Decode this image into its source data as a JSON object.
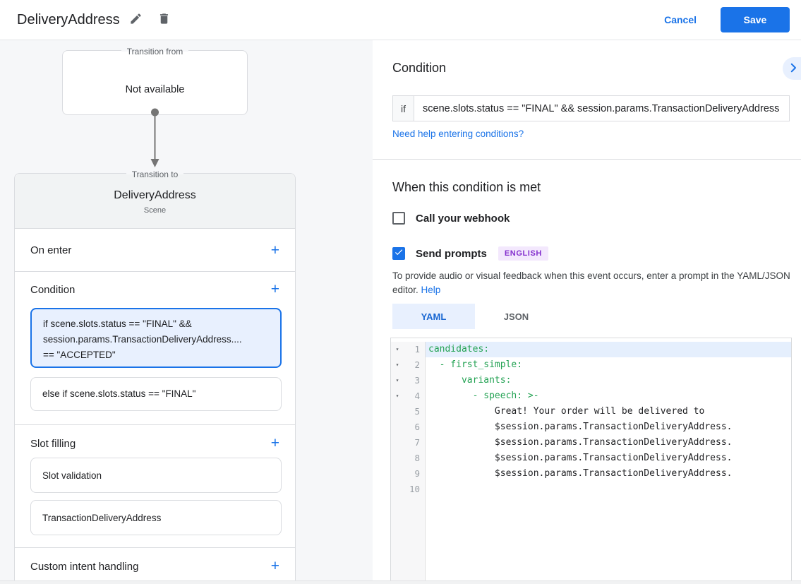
{
  "colors": {
    "accent_blue": "#1a73e8",
    "selected_card_bg": "#e8f0fe",
    "yaml_key_green": "#23a253",
    "badge_bg": "#f3e8fd",
    "badge_text": "#8430ce",
    "active_tab_text": "#1967d2"
  },
  "icons": {
    "plus": "+",
    "fold": "▾"
  },
  "app_bar": {
    "title": "DeliveryAddress",
    "cancel_label": "Cancel",
    "save_label": "Save"
  },
  "graph": {
    "transition_from": {
      "legend": "Transition from",
      "value": "Not available"
    },
    "transition_to": {
      "legend": "Transition to",
      "title": "DeliveryAddress",
      "subtitle": "Scene",
      "on_enter_label": "On enter",
      "condition_label": "Condition",
      "condition_cards": [
        {
          "text": "if scene.slots.status == \"FINAL\" &&\nsession.params.TransactionDeliveryAddress....\n== \"ACCEPTED\""
        },
        {
          "text": "else if scene.slots.status == \"FINAL\""
        }
      ],
      "slot_filling_label": "Slot filling",
      "slot_cards": [
        {
          "text": "Slot validation"
        },
        {
          "text": "TransactionDeliveryAddress"
        }
      ],
      "custom_intent_label": "Custom intent handling"
    }
  },
  "panel": {
    "condition_heading": "Condition",
    "if_label": "if",
    "if_value": "scene.slots.status == \"FINAL\" && session.params.TransactionDeliveryAddress",
    "help_link": "Need help entering conditions?",
    "when_heading": "When this condition is met",
    "webhook_label": "Call your webhook",
    "send_prompts_label": "Send prompts",
    "language_badge": "ENGLISH",
    "prompt_hint": "To provide audio or visual feedback when this event occurs, enter a prompt in the YAML/JSON editor. ",
    "help_label": "Help",
    "tabs": [
      {
        "label": "YAML"
      },
      {
        "label": "JSON"
      }
    ],
    "editor": {
      "lines": [
        {
          "num": "1",
          "text": "candidates:"
        },
        {
          "num": "2",
          "text": "  - first_simple:"
        },
        {
          "num": "3",
          "text": "      variants:"
        },
        {
          "num": "4",
          "text": "        - speech: >-"
        },
        {
          "num": "5",
          "text": "            Great! Your order will be delivered to"
        },
        {
          "num": "6",
          "text": "            $session.params.TransactionDeliveryAddress."
        },
        {
          "num": "7",
          "text": "            $session.params.TransactionDeliveryAddress."
        },
        {
          "num": "8",
          "text": "            $session.params.TransactionDeliveryAddress."
        },
        {
          "num": "9",
          "text": "            $session.params.TransactionDeliveryAddress."
        },
        {
          "num": "10",
          "text": ""
        }
      ]
    }
  }
}
